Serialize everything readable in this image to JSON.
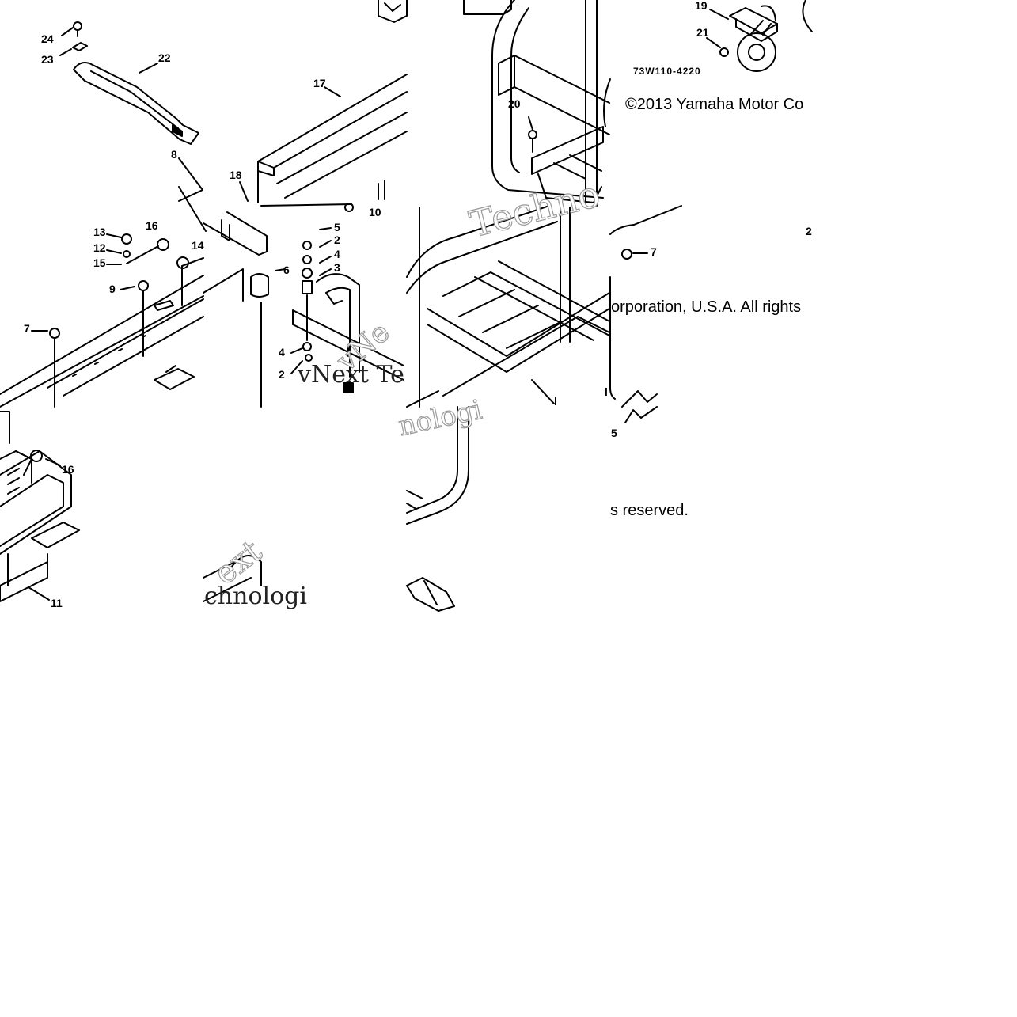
{
  "diagram": {
    "part_code": "73W110-4220",
    "copyright_lines": [
      "©2013 Yamaha Motor Co",
      "orporation, U.S.A. All rights",
      "s reserved."
    ],
    "watermark": {
      "fragments": [
        "Techno",
        "vNext Te",
        "vNe",
        "nologi",
        "ext",
        "chnologi"
      ]
    },
    "callouts": [
      "24",
      "23",
      "22",
      "17",
      "8",
      "18",
      "10",
      "13",
      "16",
      "12",
      "15",
      "14",
      "9",
      "7",
      "6",
      "5",
      "2",
      "4",
      "3",
      "4",
      "2",
      "20",
      "19",
      "21",
      "7",
      "2",
      "16",
      "11",
      "5",
      "l",
      "l"
    ]
  },
  "colors": {
    "ink": "#000000",
    "paper": "#ffffff",
    "watermark": "#9a9a9a"
  }
}
